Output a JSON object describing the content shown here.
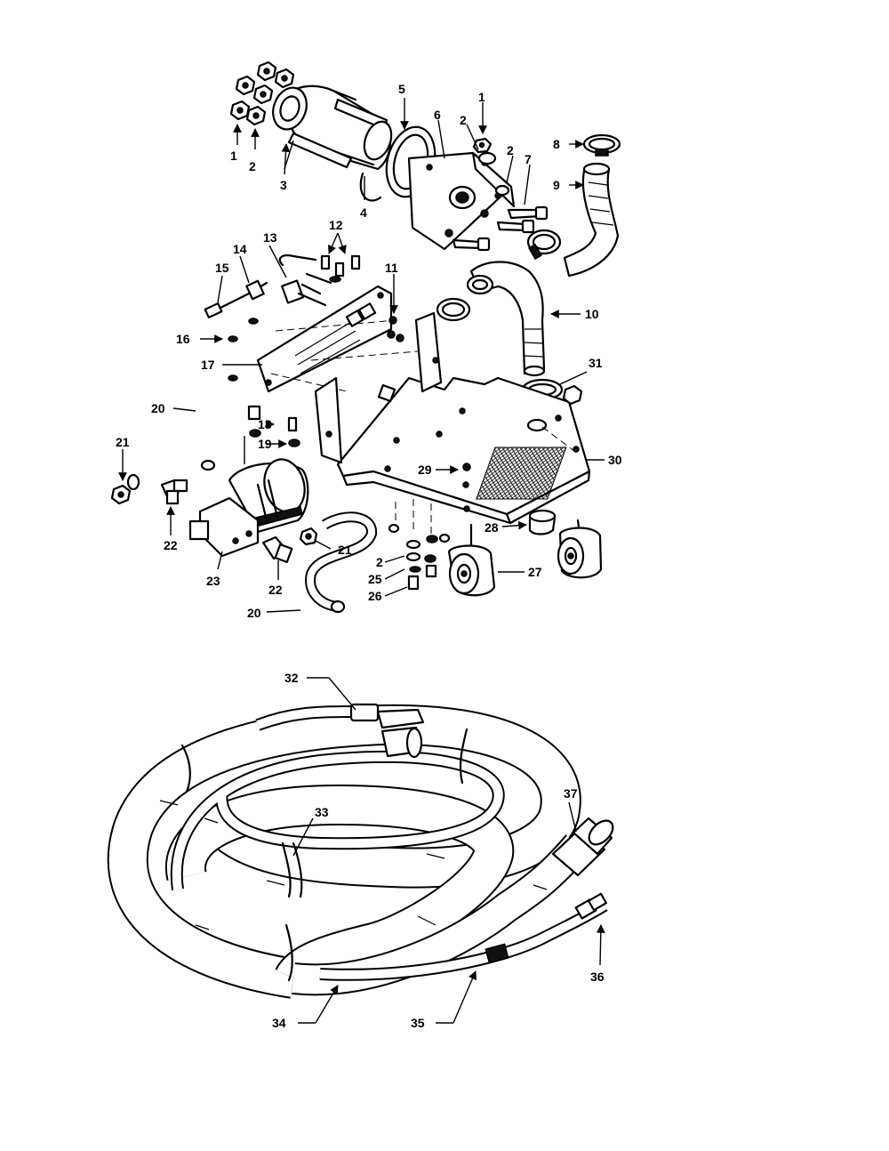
{
  "callouts": [
    "1",
    "2",
    "3",
    "4",
    "5",
    "6",
    "2",
    "1",
    "2",
    "7",
    "8",
    "9",
    "10",
    "11",
    "12",
    "13",
    "14",
    "15",
    "16",
    "17",
    "18",
    "19",
    "20",
    "21",
    "22",
    "23",
    "22",
    "21",
    "20",
    "2",
    "25",
    "26",
    "27",
    "28",
    "29",
    "30",
    "31",
    "32",
    "33",
    "34",
    "35",
    "36",
    "37"
  ]
}
